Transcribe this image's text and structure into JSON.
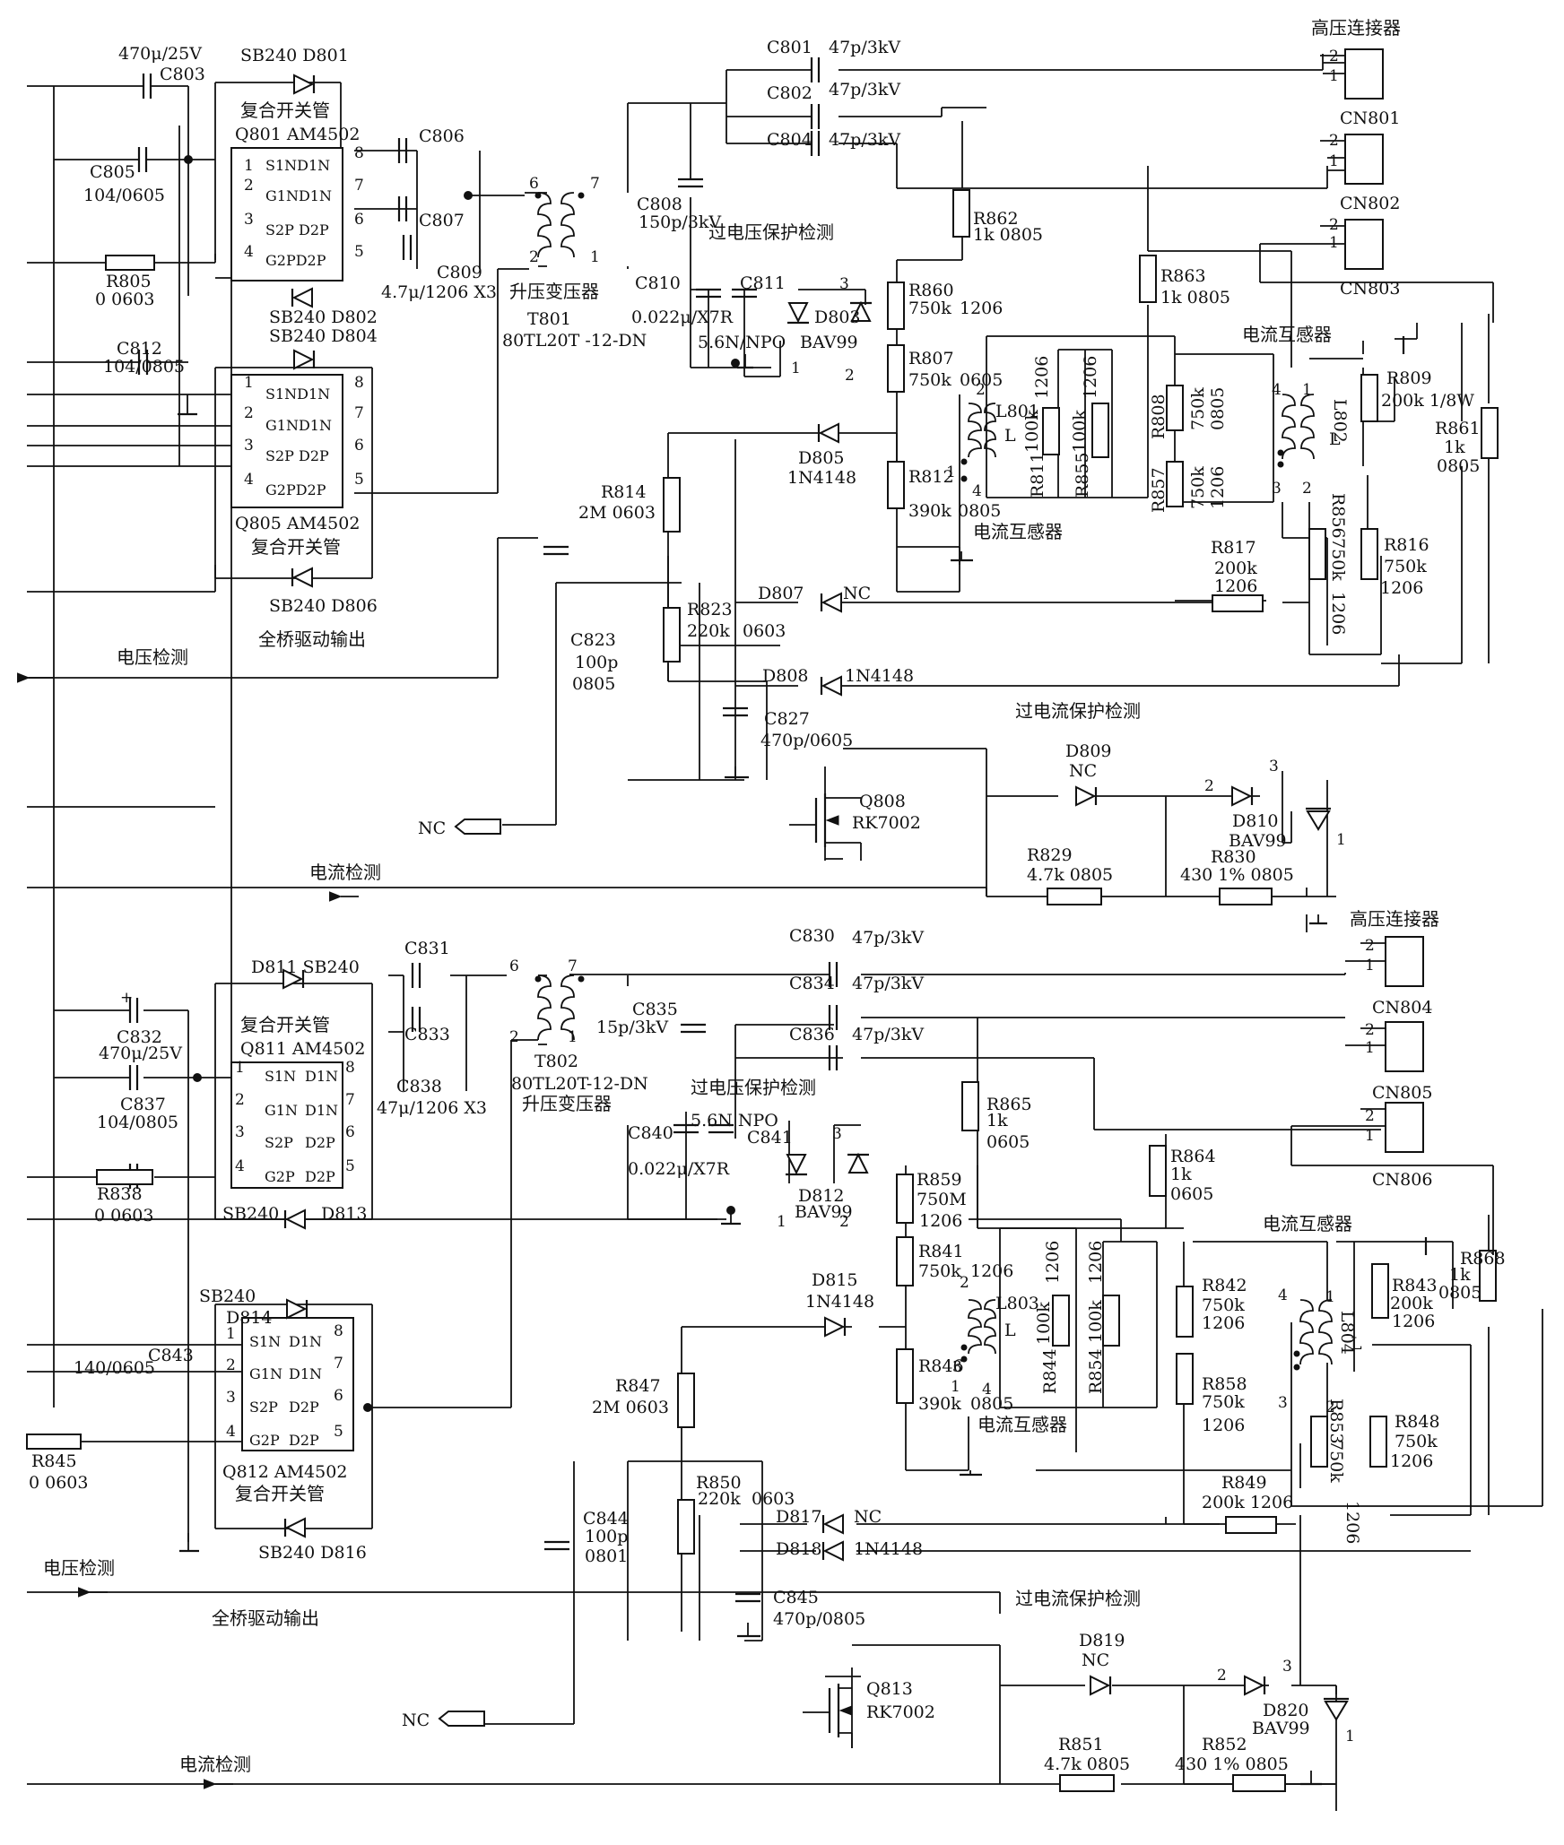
{
  "labels": {
    "c803": "C803",
    "c803_val": "470μ/25V",
    "sb240_d801": "SB240  D801",
    "fh1": "复合开关管",
    "q801": "Q801  AM4502",
    "c805": "C805",
    "c805_val": "104/0605",
    "r805": "R805",
    "r805_val": "0  0603",
    "c806": "C806",
    "c807": "C807",
    "c809": "C809",
    "c809_val": "4.7μ/1206  X3",
    "sb240_d802": "SB240  D802",
    "sb240_d804": "SB240  D804",
    "c812": "C812",
    "c812_val": "104/0805",
    "q805": "Q805  AM4502",
    "fh2": "复合开关管",
    "sb240_d806": "SB240  D806",
    "qqqd1": "全桥驱动输出",
    "dyjc1": "电压检测",
    "t801_name": "升压变压器",
    "t801": "T801",
    "t801_model": "80TL20T -12-DN",
    "c808": "C808",
    "c808_val": "150p/3kV",
    "c801": "C801",
    "c801_val": "47p/3kV",
    "c802": "C802",
    "c802_val": "47p/3kV",
    "c804": "C804",
    "c804_val": "47p/3kV",
    "gybh1": "过电压保护检测",
    "c810": "C810",
    "c811": "C811",
    "c810_val": "0.022μ/X7R",
    "c811_val": "5.6N/NPO",
    "d803": "D803",
    "bav99_1": "BAV99",
    "gylj1": "高压连接器",
    "cn801": "CN801",
    "cn802": "CN802",
    "cn803": "CN803",
    "r862": "R862",
    "r862_val": "1k  0805",
    "r863": "R863",
    "r863_val": "1k  0805",
    "r860": "R860",
    "r860_val": "750k",
    "r860_pkg": "1206",
    "r807": "R807",
    "r807_val": "750k",
    "r807_pkg": "0605",
    "l801": "L801",
    "l_1": "L",
    "r811": "R811",
    "r811_val": "100k",
    "r811_pkg": "1206",
    "r855": "R855",
    "r855_val": "100k",
    "r855_pkg": "1206",
    "r812": "R812",
    "r812_val": "390k",
    "r812_pkg": "0805",
    "dlhgq1": "电流互感器",
    "dlhgq2": "电流互感器",
    "r808": "R808",
    "r808_val": "750k",
    "r808_pkg": "0805",
    "r857": "R857",
    "r857_val": "750k",
    "r857_pkg": "1206",
    "l802": "L802",
    "l_2": "L",
    "r809": "R809",
    "r809_val": "200k  1/8W",
    "r861": "R861",
    "r861_val": "1k",
    "r861_pkg": "0805",
    "r856": "R856",
    "r856_val": "750k",
    "r856_pkg": "1206",
    "r816": "R816",
    "r816_val": "750k",
    "r816_pkg": "1206",
    "d805": "D805",
    "d805_val": "1N4148",
    "r814": "R814",
    "r814_val": "2M  0603",
    "d807": "D807",
    "d807_val": "NC",
    "r817": "R817",
    "r817_val": "200k",
    "r817_pkg": "1206",
    "r823": "R823",
    "r823_val": "220k",
    "r823_pkg": "0603",
    "c823": "C823",
    "c823_val": "100p",
    "c823_pkg": "0805",
    "d808": "D808",
    "d808_val": "1N4148",
    "c827": "C827",
    "c827_val": "470p/0605",
    "gdlbh1": "过电流保护检测",
    "q808": "Q808",
    "q808_val": "RK7002",
    "d809": "D809",
    "d809_val": "NC",
    "d810": "D810",
    "bav99_2": "BAV99",
    "nc1": "NC",
    "r829": "R829",
    "r829_val": "4.7k  0805",
    "r830": "R830",
    "r830_val": "430   1%  0805",
    "dljc1": "电流检测",
    "gylj2": "高压连接器",
    "d811": "D811  SB240",
    "fh3": "复合开关管",
    "q811": "Q811 AM4502",
    "c831": "C831",
    "c833": "C833",
    "c838": "C838",
    "c838_val": "47μ/1206 X3",
    "c832": "C832",
    "c832_val": "470μ/25V",
    "c837": "C837",
    "c837_val": "104/0805",
    "r838": "R838",
    "r838_val": "0  0603",
    "sb240_d813": "SB240",
    "d813": "D813",
    "t802": "T802",
    "t802_model": "80TL20T-12-DN",
    "t802_name": "升压变压器",
    "c835": "C835",
    "c835_val": "15p/3kV",
    "c830": "C830",
    "c830_val": "47p/3kV",
    "c834": "C834",
    "c834_val": "47p/3kV",
    "c836": "C836",
    "c836_val": "47p/3kV",
    "cn804": "CN804",
    "cn805": "CN805",
    "cn806": "CN806",
    "gybh2": "过电压保护检测",
    "c840": "C840",
    "c840_val": "0.022μ/X7R",
    "c841": "C841",
    "c841_val": "5.6N  NPO",
    "d812": "D812",
    "bav99_3": "BAV99",
    "r865": "R865",
    "r865_val": "1k",
    "r865_pkg": "0605",
    "r864": "R864",
    "r864_val": "1k",
    "r864_pkg": "0605",
    "r859": "R859",
    "r859_val": "750M",
    "r859_pkg": "1206",
    "r841": "R841",
    "r841_val": "750k",
    "r841_pkg": "1206",
    "l803": "L803",
    "l_3": "L",
    "r844": "R844",
    "r844_val": "100k",
    "r844_pkg": "1206",
    "r854": "R854",
    "r854_val": "100k",
    "r854_pkg": "1206",
    "r846": "R846",
    "r846_val": "390k",
    "r846_pkg": "0805",
    "r842": "R842",
    "r842_val": "750k",
    "r842_pkg": "1206",
    "r858": "R858",
    "r858_val": "750k",
    "r858_pkg": "1206",
    "dlhgq3": "电流互感器",
    "dlhgq4": "电流互感器",
    "l804": "L804",
    "l_4": "L",
    "r843": "R843",
    "r843_val": "200k",
    "r843_pkg": "1206",
    "r868": "R868",
    "r868_val": "1k",
    "r868_pkg": "0805",
    "r853": "R853",
    "r853_val": "750k",
    "r853_pkg": "1206",
    "r848": "R848",
    "r848_val": "750k",
    "r848_pkg": "1206",
    "d815": "D815",
    "d815_val": "1N4148",
    "sb240_d814": "SB240",
    "d814": "D814",
    "c843": "C843",
    "c843_val": "140/0605",
    "q812": "Q812  AM4502",
    "fh4": "复合开关管",
    "r845": "R845",
    "r845_val": "0  0603",
    "sb240_d816": "SB240  D816",
    "dyjc2": "电压检测",
    "qqqd2": "全桥驱动输出",
    "r847": "R847",
    "r847_val": "2M  0603",
    "r850": "R850",
    "r850_val": "220k",
    "r850_pkg": "0603",
    "c844": "C844",
    "c844_val": "100p",
    "c844_pkg": "0801",
    "d817": "D817",
    "d817_val": "NC",
    "d818": "D818",
    "d818_val": "1N4148",
    "r849": "R849",
    "r849_val": "200k  1206",
    "c845": "C845",
    "c845_val": "470p/0805",
    "gdlbh2": "过电流保护检测",
    "q813": "Q813",
    "q813_val": "RK7002",
    "d819": "D819",
    "d819_val": "NC",
    "d820": "D820",
    "bav99_4": "BAV99",
    "nc2": "NC",
    "r851": "R851",
    "r851_val": "4.7k  0805",
    "r852": "R852",
    "r852_val": "430   1%  0805",
    "dljc2": "电流检测",
    "chip_pins_left": [
      "S1N",
      "G1N",
      "S2P",
      "G2P"
    ],
    "chip_pins_right": [
      "D1N",
      "D1N",
      "D2P",
      "D2P"
    ],
    "chip_rows_top": [
      "S1ND1N",
      "G1ND1N",
      "S2P D2P",
      "G2PD2P"
    ],
    "pin_left": [
      "1",
      "2",
      "3",
      "4"
    ],
    "pin_right": [
      "8",
      "7",
      "6",
      "5"
    ]
  }
}
